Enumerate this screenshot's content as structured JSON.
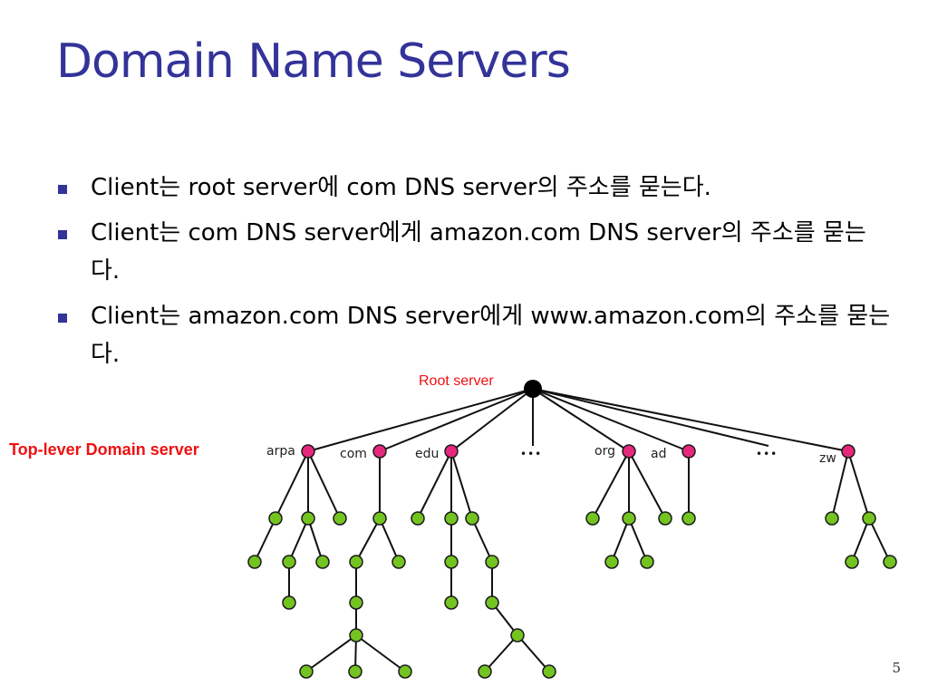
{
  "title": "Domain Name Servers",
  "bullets": [
    {
      "text": "Client는 root server에 com DNS server의 주소를 묻는다."
    },
    {
      "text": "Client는 com DNS server에게 amazon.com DNS server의 주소를 묻는다."
    },
    {
      "text": "Client는 amazon.com DNS server에게 www.amazon.com의 주소를 묻는다."
    }
  ],
  "diagram": {
    "root_label": "Root server",
    "tld_label": "Top-lever Domain server",
    "tld_nodes": [
      "arpa",
      "com",
      "edu",
      "org",
      "ad",
      "zw"
    ],
    "ellipsis": "•••",
    "colors": {
      "root_node": "#000000",
      "tld_node": "#e6287d",
      "leaf_node": "#73c420",
      "label_red": "#ee1111",
      "title_blue": "#333399"
    }
  },
  "page_number": "5"
}
